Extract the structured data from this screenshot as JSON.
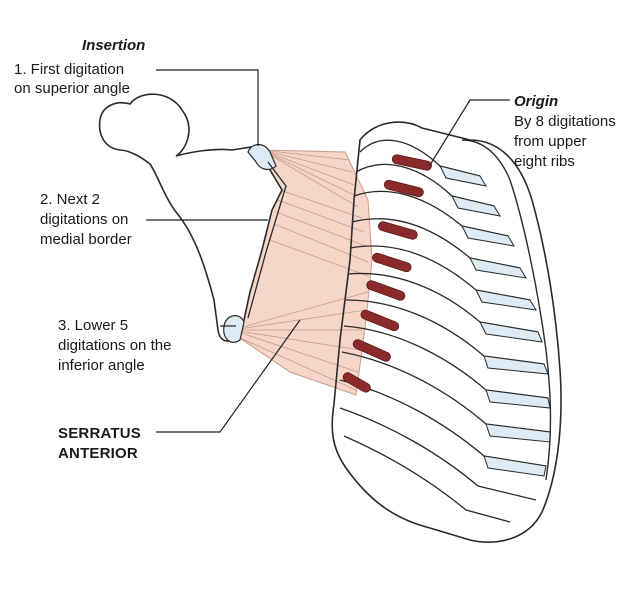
{
  "labels": {
    "insertion_heading": "Insertion",
    "insertion_1_line1": "1. First digitation",
    "insertion_1_line2": "on superior angle",
    "insertion_2_line1": "2. Next 2",
    "insertion_2_line2": "digitations on",
    "insertion_2_line3": "medial border",
    "insertion_3_line1": "3. Lower 5",
    "insertion_3_line2": "digitations on the",
    "insertion_3_line3": "inferior angle",
    "origin_heading": "Origin",
    "origin_line1": "By 8 digitations",
    "origin_line2": "from upper",
    "origin_line3": "eight ribs",
    "muscle_line1": "SERRATUS",
    "muscle_line2": "ANTERIOR"
  },
  "colors": {
    "bone_outline": "#2a2a2a",
    "cartilage_fill": "#dcebf5",
    "muscle_fill": "#f6d6c8",
    "muscle_fibre": "#c89a8c",
    "origin_mark": "#8b2a2a",
    "leader_line": "#222222"
  }
}
